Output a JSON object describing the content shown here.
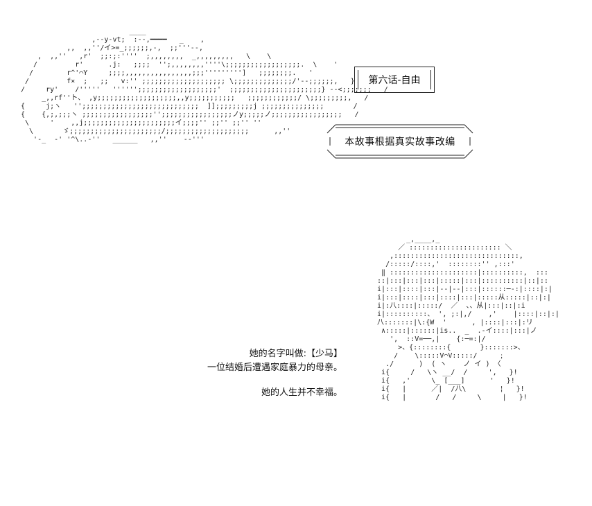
{
  "chapter": {
    "title": "第六话-自由"
  },
  "disclaimer": {
    "text": "本故事根据真实故事改编"
  },
  "narration": {
    "line1": "她的名字叫做:【少马】",
    "line2": "一位结婚后遭遇家庭暴力的母亲。",
    "line3": "她的人生并不幸福。"
  },
  "art": {
    "thought_bubble": "                          ____\n                 ,--y-vt;  :--,━━━━   _    ,\n           ,,  ,,''/イ>=_;;;;;;,-,  ;;'''--,\n    ,  ,,''   ,r'  ;;:;:''''  ;,,,,,,,,  _,,,,,,,,,   \\    \\\n   /         r'      .j:   ;;;;  '';,,,,,,,,''''\\;;;;;;;;;;;;;;;;;;.  \\    '\n  /        r^'⌒Y     ;;;;,,,,,,,,,,,,,,,,;;;''''''''']   ;;;;;;;;.   '\n /         f×  ;   ;;   v:'' ;;;;;;;;;;;;;;;;;;;; \\;;;;;;;;;;;;;;/'--;;;;;;,   }\n/     ry'    /'''''   '''''';;;;;;;;;;;;;;;;;;;'  ;;;;;;;;;;;;;;;;;;;;;;} --<;;;;;;;   /\n     _,,rf''ト、 ,y;;;;;;;;;;;;;;;;;;;,,y;;;;;;;;;;;   ;;;;;;;;;;;;/ \\;;;;;;;;;,   /\n{     j;ヽ   '';;;;;;;;;;;;;;;;;;;;;;;;;;;;  ]];;;;;;;;;j ;;;;;;;;;;;;;;;       /\n{    {,;,;;;ヽ ;;;;;;;;;;;;;;;;;'';;;;;;;;;;;;;;;;;ノy;;;;;ノ;;;;;;;;;;;;;;;;;   /\n \\     '    ,,j;;;;;;;;;;;;;;;;;;;;;;イ;;;;'' ;;'' ;;'' ''\n  \\       ゞ;;;;;;;;;;;;;;;;;;;;;;/;;;;;;;;;;;;;;;;;;;;      ,,''\n   '-_  -' '^\\..-''   ______   ,,''    --'''\n",
    "mother_figure": "         _,____,_\n       ／ :::::::::::::::::::::: ＼\n     ,::::::::::::::::::::::::::::::,\n    /:::::/::::,'  ::::::::'' ,:::'\n   ‖ :::::::::::::::::::::|::::::::::,  :::\n  ::|:::|:::|:::|:::::|:::|::::::::::|::|::\n  i|:::|::::|:::|--|--|:::|::::::─‐:|::::|:|\n  i|:::|::::|:::|::::|:::|:::::从:::::|::|:|\n  i|:八::::|:::::/  ／  、、从|:::|::|:i\n  i|::::::::::、 ', ;:|,/    ,'    |::::|::|:|\n  八:::::::|\\:{W  '      , |::::|:::|:リ\n   ∧:::::|::::::|is..  _  .-イ::::|:::|ノ\n     ',  ::V=──,|    {:─=:|/\n       >、{::::::::{       }:::::::>、\n      /    \\:::::V⌒V:::::/     ﹔\n    ./      )  ( ヽ    ノ イ ) 〈\n   i{     /   \\ヽ __/  /     ',   }!\n   i{   ,'     \\_ [___]      '   }!\n   i{   |      ／|  /八\\        ¦   }!\n   i{   |       /   /     \\     |   }!\n"
  }
}
